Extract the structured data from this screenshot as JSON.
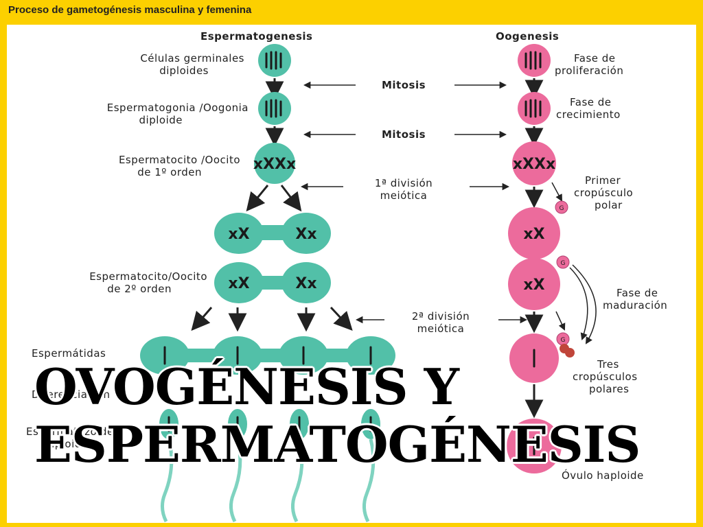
{
  "header": {
    "title": "Proceso de gametogénesis masculina y femenina"
  },
  "columns": {
    "left": "Espermatogenesis",
    "right": "Oogenesis"
  },
  "center_labels": {
    "mitosis_1": "Mitosis",
    "mitosis_2": "Mitosis",
    "meiosis_1_line1": "1ª división",
    "meiosis_1_line2": "meiótica",
    "meiosis_2_line1": "2ª división",
    "meiosis_2_line2": "meiótica"
  },
  "left_labels": {
    "germ_line1": "Células germinales",
    "germ_line2": "diploides",
    "gonia_line1": "Espermatogonia /Oogonia",
    "gonia_line2": "diploide",
    "cyte1_line1": "Espermatocito /Oocito",
    "cyte1_line2": "de 1º orden",
    "cyte2_line1": "Espermatocito/Oocito",
    "cyte2_line2": "de 2º orden",
    "tids": "Espermátidas",
    "diff": "Diferenciación",
    "zoids": "Espermatozoides",
    "zoids_line2": "haploides"
  },
  "right_labels": {
    "prolif_line1": "Fase de",
    "prolif_line2": "proliferación",
    "growth_line1": "Fase de",
    "growth_line2": "crecimiento",
    "polar1_line1": "Primer",
    "polar1_line2": "cropúsculo",
    "polar1_line3": "polar",
    "mat_line1": "Fase de",
    "mat_line2": "maduración",
    "polar3_line1": "Tres",
    "polar3_line2": "cropúsculos",
    "polar3_line3": "polares",
    "ovulo": "Óvulo haploide"
  },
  "overlay_title": {
    "line1": "Ovogénesis y",
    "line2": "Espermatogénesis"
  },
  "colors": {
    "male_cell": "#52c0a8",
    "female_cell": "#ec6b9c",
    "frame": "#fcd000",
    "chromosome": "#1a1a1a"
  }
}
